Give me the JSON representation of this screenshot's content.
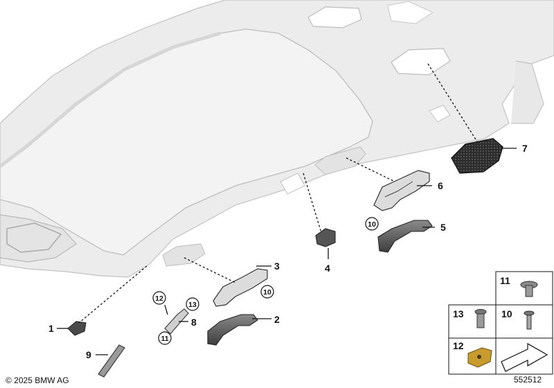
{
  "callouts": {
    "n1": "1",
    "n2": "2",
    "n3": "3",
    "n4": "4",
    "n5": "5",
    "n6": "6",
    "n7": "7",
    "n8": "8",
    "n9": "9",
    "c10a": "10",
    "c10b": "10",
    "c11": "11",
    "c12": "12",
    "c13": "13"
  },
  "legend": {
    "k11": "11",
    "k13": "13",
    "k10": "10",
    "k12": "12"
  },
  "footer": {
    "copyright": "© 2025 BMW AG",
    "diagram_id": "552512"
  },
  "colors": {
    "headliner": "#ededed",
    "outline": "#c4c4c4",
    "part_dark": "#555555",
    "text": "#111111"
  }
}
